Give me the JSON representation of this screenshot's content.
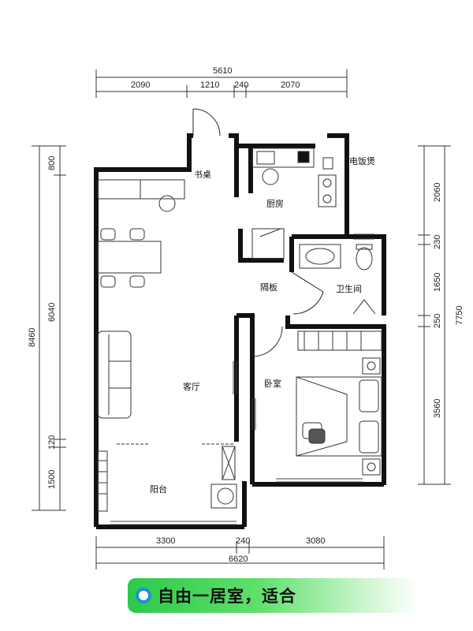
{
  "dimensions": {
    "top_total": "5610",
    "top_segments": [
      "2090",
      "1210",
      "240",
      "2070"
    ],
    "bottom_segments": [
      "3300",
      "240",
      "3080"
    ],
    "bottom_total": "6620",
    "left_segments": [
      "800",
      "6040",
      "120",
      "1500"
    ],
    "left_total": "8460",
    "right_segments": [
      "2060",
      "230",
      "1650",
      "250",
      "3560"
    ],
    "right_total": "7750"
  },
  "rooms": {
    "study_desk": "书桌",
    "kitchen": "厨房",
    "rice_cooker": "电饭煲",
    "partition": "隔板",
    "bathroom": "卫生间",
    "living_room": "客厅",
    "bedroom": "卧室",
    "balcony": "阳台"
  },
  "banner": {
    "text": "自由一居室，适合",
    "icon": "circle-icon",
    "color": "#2cc94a"
  }
}
